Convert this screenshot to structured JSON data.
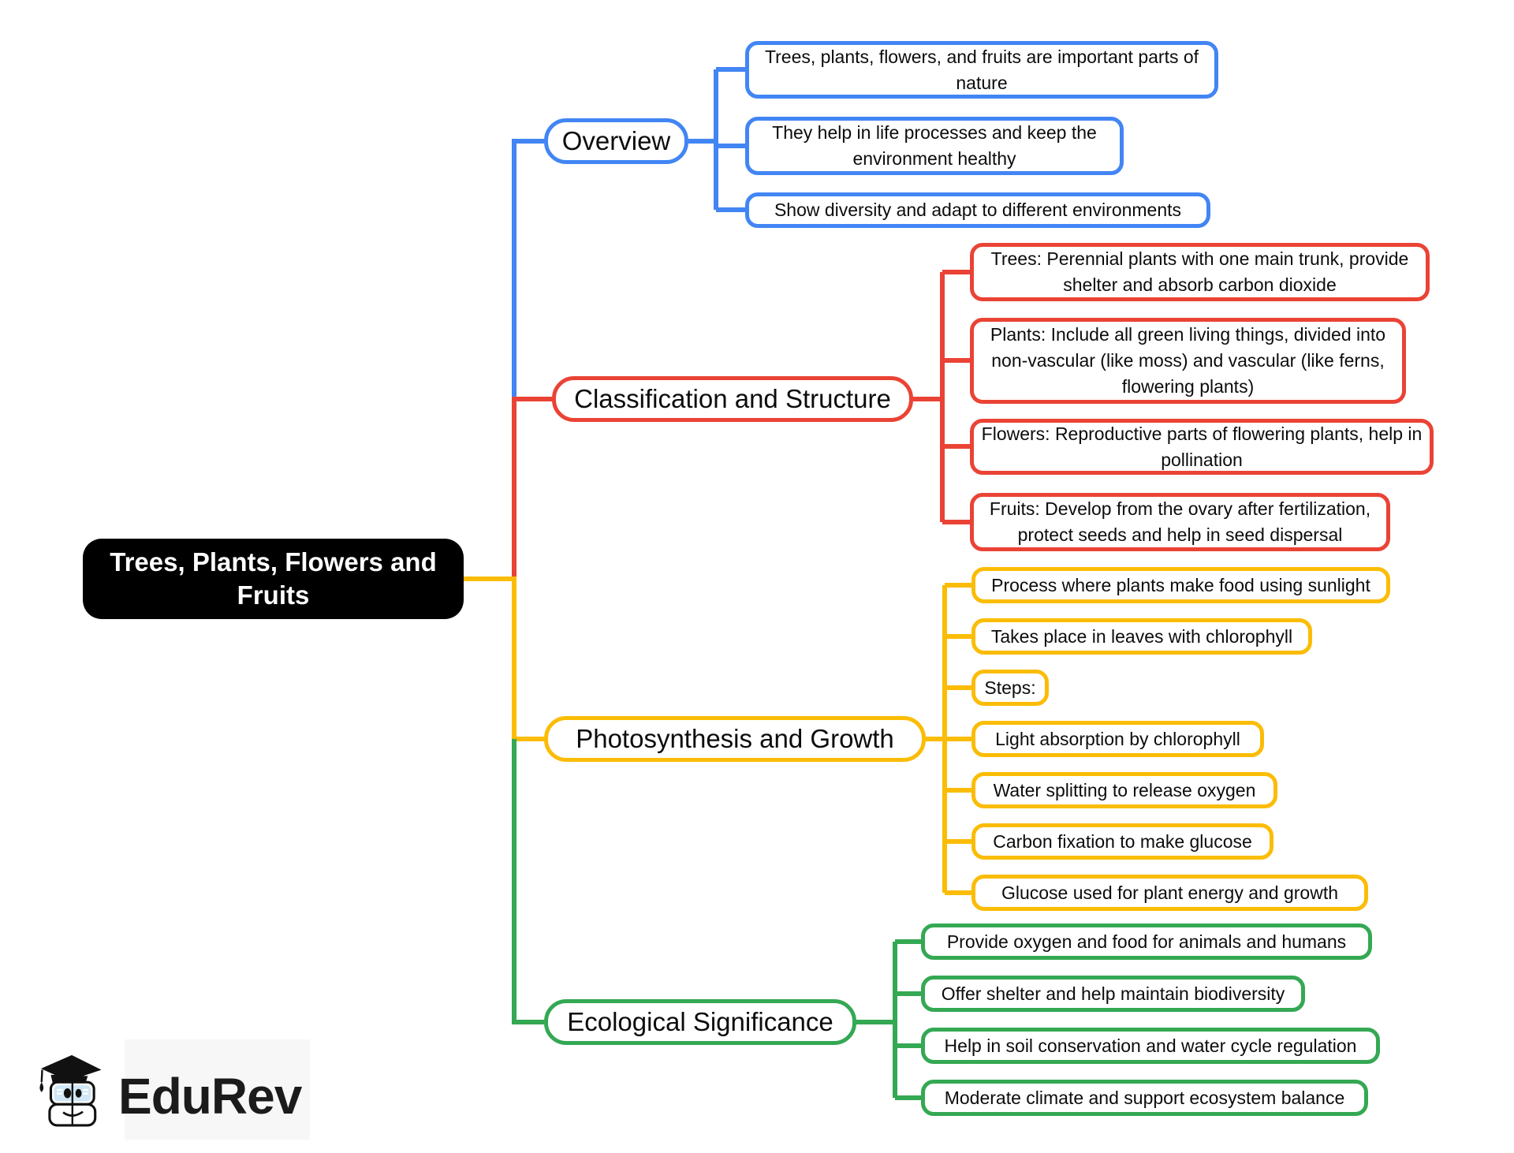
{
  "root": {
    "label": "Trees, Plants, Flowers and Fruits"
  },
  "branches": [
    {
      "label": "Overview",
      "color": "#4285F4",
      "children": [
        "Trees, plants, flowers, and fruits are important parts of nature",
        "They help in life processes and keep the environment healthy",
        "Show diversity and adapt to different environments"
      ]
    },
    {
      "label": "Classification and Structure",
      "color": "#EA4335",
      "children": [
        "Trees: Perennial plants with one main trunk, provide shelter and absorb carbon dioxide",
        "Plants: Include all green living things, divided into non-vascular (like moss) and vascular (like ferns, flowering plants)",
        "Flowers: Reproductive parts of flowering plants, help in pollination",
        "Fruits: Develop from the ovary after fertilization, protect seeds and help in seed dispersal"
      ]
    },
    {
      "label": "Photosynthesis and Growth",
      "color": "#FBBC05",
      "children": [
        "Process where plants make food using sunlight",
        "Takes place in leaves with chlorophyll",
        "Steps:",
        "Light absorption by chlorophyll",
        "Water splitting to release oxygen",
        "Carbon fixation to make glucose",
        "Glucose used for plant energy and growth"
      ]
    },
    {
      "label": "Ecological Significance",
      "color": "#34A853",
      "children": [
        "Provide oxygen and food for animals and humans",
        "Offer shelter and help maintain biodiversity",
        "Help in soil conservation and water cycle regulation",
        "Moderate climate and support ecosystem balance"
      ]
    }
  ],
  "logo": {
    "brand": "EduRev"
  },
  "colors": {
    "root_bg": "#000000",
    "root_text": "#ffffff",
    "node_bg": "#ffffff",
    "text": "#0c0c0c"
  }
}
